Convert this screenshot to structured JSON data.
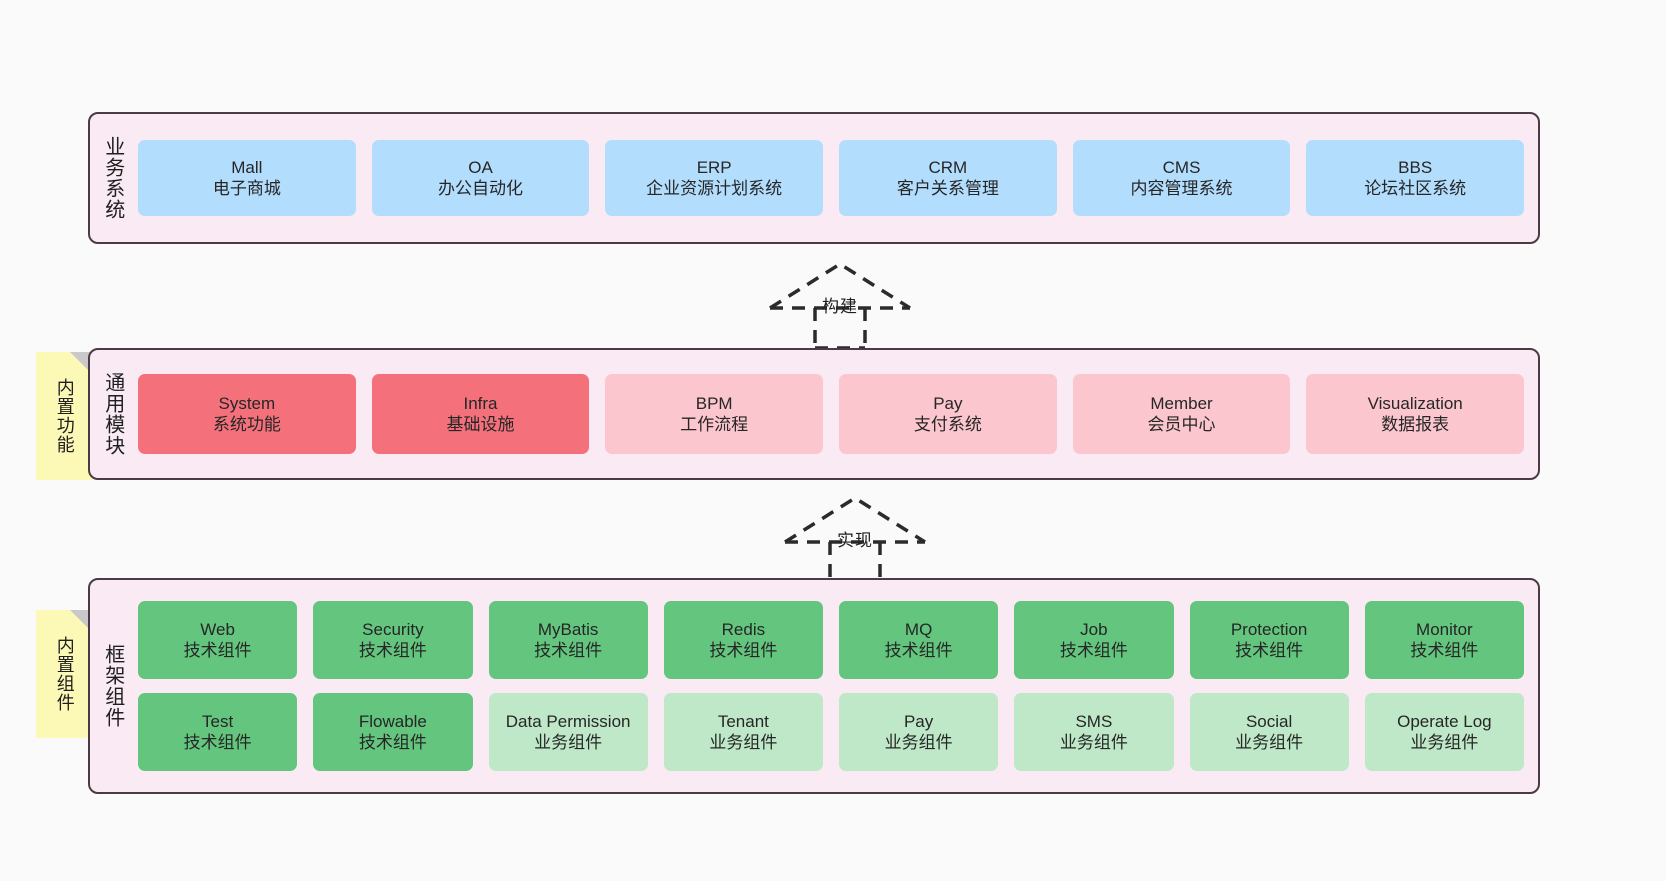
{
  "diagram": {
    "title": "",
    "colors": {
      "layer_background": "#f9eaf4",
      "layer_border": "#4b3b45",
      "blue": "#b2ddfd",
      "red": "#f4717c",
      "pink": "#fbc6cd",
      "green": "#63c57e",
      "green_light": "#bfe8c9",
      "note_yellow": "#fcf8b6",
      "note_fold": "#c9c9c9",
      "page_background": "#fafafa"
    }
  },
  "layers": [
    {
      "id": "business",
      "title": "业务系统",
      "rows": [
        {
          "cards": [
            {
              "name": "Mall",
              "en": "Mall",
              "cn": "电子商城",
              "color": "blue"
            },
            {
              "name": "OA",
              "en": "OA",
              "cn": "办公自动化",
              "color": "blue"
            },
            {
              "name": "ERP",
              "en": "ERP",
              "cn": "企业资源计划系统",
              "color": "blue"
            },
            {
              "name": "CRM",
              "en": "CRM",
              "cn": "客户关系管理",
              "color": "blue"
            },
            {
              "name": "CMS",
              "en": "CMS",
              "cn": "内容管理系统",
              "color": "blue"
            },
            {
              "name": "BBS",
              "en": "BBS",
              "cn": "论坛社区系统",
              "color": "blue"
            }
          ]
        }
      ]
    },
    {
      "id": "common",
      "title": "通用模块",
      "note": "内置功能",
      "rows": [
        {
          "cards": [
            {
              "name": "System",
              "en": "System",
              "cn": "系统功能",
              "color": "red"
            },
            {
              "name": "Infra",
              "en": "Infra",
              "cn": "基础设施",
              "color": "red"
            },
            {
              "name": "BPM",
              "en": "BPM",
              "cn": "工作流程",
              "color": "pink"
            },
            {
              "name": "Pay",
              "en": "Pay",
              "cn": "支付系统",
              "color": "pink"
            },
            {
              "name": "Member",
              "en": "Member",
              "cn": "会员中心",
              "color": "pink"
            },
            {
              "name": "Visualization",
              "en": "Visualization",
              "cn": "数据报表",
              "color": "pink"
            }
          ]
        }
      ]
    },
    {
      "id": "framework",
      "title": "框架组件",
      "note": "内置组件",
      "rows": [
        {
          "cards": [
            {
              "name": "Web",
              "en": "Web",
              "cn": "技术组件",
              "color": "green"
            },
            {
              "name": "Security",
              "en": "Security",
              "cn": "技术组件",
              "color": "green"
            },
            {
              "name": "MyBatis",
              "en": "MyBatis",
              "cn": "技术组件",
              "color": "green"
            },
            {
              "name": "Redis",
              "en": "Redis",
              "cn": "技术组件",
              "color": "green"
            },
            {
              "name": "MQ",
              "en": "MQ",
              "cn": "技术组件",
              "color": "green"
            },
            {
              "name": "Job",
              "en": "Job",
              "cn": "技术组件",
              "color": "green"
            },
            {
              "name": "Protection",
              "en": "Protection",
              "cn": "技术组件",
              "color": "green"
            },
            {
              "name": "Monitor",
              "en": "Monitor",
              "cn": "技术组件",
              "color": "green"
            }
          ]
        },
        {
          "cards": [
            {
              "name": "Test",
              "en": "Test",
              "cn": "技术组件",
              "color": "green"
            },
            {
              "name": "Flowable",
              "en": "Flowable",
              "cn": "技术组件",
              "color": "green"
            },
            {
              "name": "Data Permission",
              "en": "Data Permission",
              "cn": "业务组件",
              "color": "green-light"
            },
            {
              "name": "Tenant",
              "en": "Tenant",
              "cn": "业务组件",
              "color": "green-light"
            },
            {
              "name": "Pay",
              "en": "Pay",
              "cn": "业务组件",
              "color": "green-light"
            },
            {
              "name": "SMS",
              "en": "SMS",
              "cn": "业务组件",
              "color": "green-light"
            },
            {
              "name": "Social",
              "en": "Social",
              "cn": "业务组件",
              "color": "green-light"
            },
            {
              "name": "Operate Log",
              "en": "Operate Log",
              "cn": "业务组件",
              "color": "green-light"
            }
          ]
        }
      ]
    }
  ],
  "arrows": [
    {
      "id": "build",
      "label": "构建",
      "from": "common",
      "to": "business",
      "style": "dashed-hollow-up"
    },
    {
      "id": "realize",
      "label": "实现",
      "from": "framework",
      "to": "common",
      "style": "dashed-hollow-up"
    }
  ]
}
